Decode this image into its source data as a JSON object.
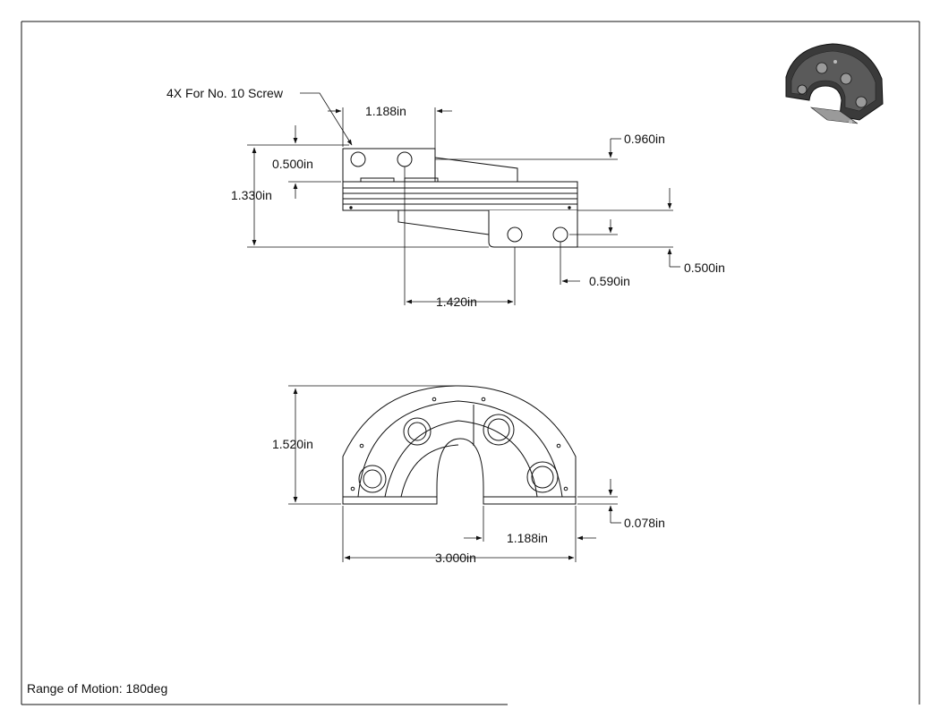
{
  "callout": {
    "screws": "4X For No. 10 Screw"
  },
  "side_view": {
    "dim_top_span": "1.188in",
    "dim_offset_right": "0.960in",
    "dim_left_hole": "0.500in",
    "dim_height": "1.330in",
    "dim_right_hole": "0.500in",
    "dim_hole_spacing": "0.590in",
    "dim_bottom_span": "1.420in"
  },
  "front_view": {
    "dim_height": "1.520in",
    "dim_step": "0.078in",
    "dim_notch": "1.188in",
    "dim_width": "3.000in"
  },
  "notes": {
    "range_of_motion": "Range of Motion: 180deg"
  },
  "colors": {
    "line": "#111111",
    "thumb_dark": "#3a3a3a",
    "thumb_light": "#9a9a9a"
  }
}
